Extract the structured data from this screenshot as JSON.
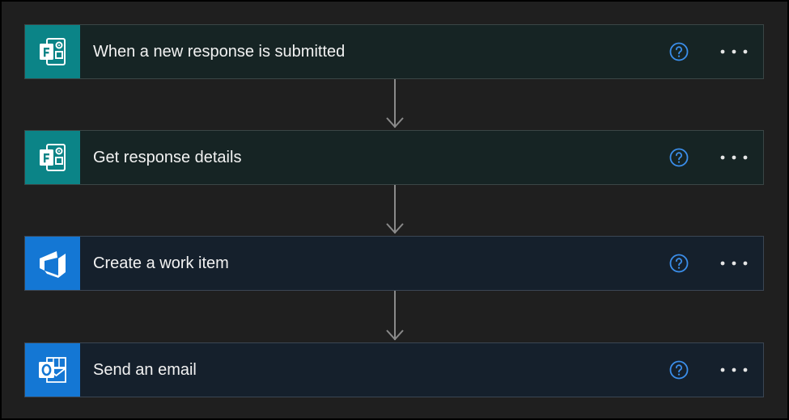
{
  "flow": {
    "steps": [
      {
        "label": "When a new response is submitted",
        "icon": "forms-icon",
        "theme": "teal"
      },
      {
        "label": "Get response details",
        "icon": "forms-icon",
        "theme": "teal"
      },
      {
        "label": "Create a work item",
        "icon": "azure-devops-icon",
        "theme": "blue"
      },
      {
        "label": "Send an email",
        "icon": "outlook-icon",
        "theme": "blue"
      }
    ],
    "help_icon": "question-circle-icon",
    "more_icon": "ellipsis-icon"
  },
  "colors": {
    "background": "#1f1f1f",
    "forms_accent": "#0b8487",
    "office_accent": "#1477d4",
    "help_blue": "#3b8eea",
    "connector": "#8a8a8a"
  }
}
